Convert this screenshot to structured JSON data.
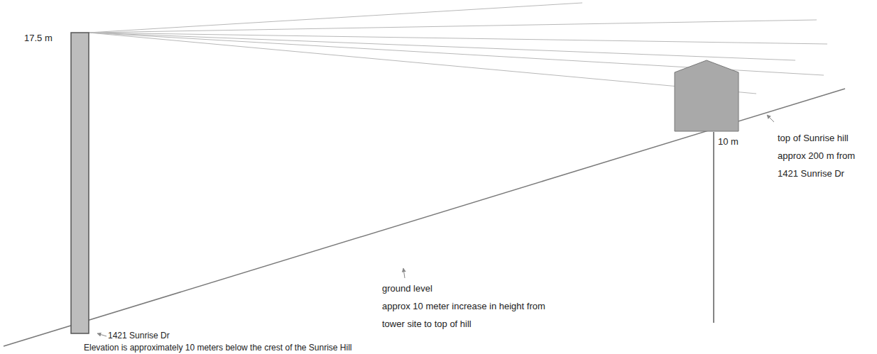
{
  "diagram": {
    "labels": [
      "17.5 m",
      "10 m",
      "top of Sunrise hill approx 200 m from 1421 Sunrise Dr",
      "ground level",
      "approx 10 meter increase in height from tower site to top of hill",
      "1421 Sunrise Dr",
      "Elevation is approximately 10 meters below the crest of the Sunrise Hill"
    ]
  }
}
